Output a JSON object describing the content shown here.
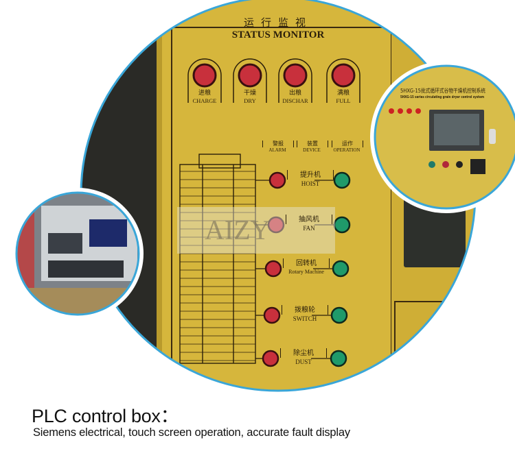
{
  "panel": {
    "header_cn": "运行监视",
    "header_en": "STATUS MONITOR",
    "status_lamps": [
      {
        "cn": "进粮",
        "en": "CHARGE"
      },
      {
        "cn": "干燥",
        "en": "DRY"
      },
      {
        "cn": "出粮",
        "en": "DISCHAR"
      },
      {
        "cn": "满粮",
        "en": "FULL"
      }
    ],
    "column_headers": [
      {
        "cn": "警报",
        "en": "ALARM"
      },
      {
        "cn": "装置",
        "en": "DEVICE"
      },
      {
        "cn": "运作",
        "en": "OPERATION"
      }
    ],
    "devices": [
      {
        "cn": "提升机",
        "en": "HOIST"
      },
      {
        "cn": "抽风机",
        "en": "FAN"
      },
      {
        "cn": "回转机",
        "en": "Rotary Machine"
      },
      {
        "cn": "拨粮轮",
        "en": "SWITCH"
      },
      {
        "cn": "除尘机",
        "en": "DUST"
      }
    ],
    "watermark": "AIZY",
    "inset_title_cn": "5HXG-15批式循环式谷物干燥机控制系统",
    "inset_title_en": "5HXG-15 series circulating grain dryer control system",
    "colors": {
      "panel": "#d6b63c",
      "alarm": "#c8303c",
      "operation": "#1f9a6a",
      "ring": "#3aa6d8"
    }
  },
  "caption": {
    "title": "PLC control box：",
    "subtitle": "Siemens electrical, touch screen operation, accurate fault display"
  }
}
